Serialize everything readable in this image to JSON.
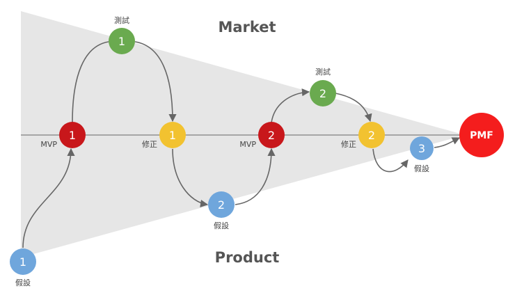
{
  "headings": {
    "market": "Market",
    "product": "Product"
  },
  "colors": {
    "green": "#6aaa4f",
    "red": "#c8171b",
    "yellow": "#f2c230",
    "blue": "#6fa6dc",
    "pmf_red": "#f41d1d",
    "funnel": "#e6e6e6",
    "axis": "#666666"
  },
  "nodes": {
    "hypothesis_1": {
      "num": "1",
      "label": "假設"
    },
    "mvp_1": {
      "num": "1",
      "label": "MVP"
    },
    "test_1": {
      "num": "1",
      "label": "測試"
    },
    "revise_1": {
      "num": "1",
      "label": "修正"
    },
    "hypothesis_2": {
      "num": "2",
      "label": "假設"
    },
    "mvp_2": {
      "num": "2",
      "label": "MVP"
    },
    "test_2": {
      "num": "2",
      "label": "測試"
    },
    "revise_2": {
      "num": "2",
      "label": "修正"
    },
    "hypothesis_3": {
      "num": "3",
      "label": "假設"
    },
    "pmf": {
      "label": "PMF"
    }
  }
}
